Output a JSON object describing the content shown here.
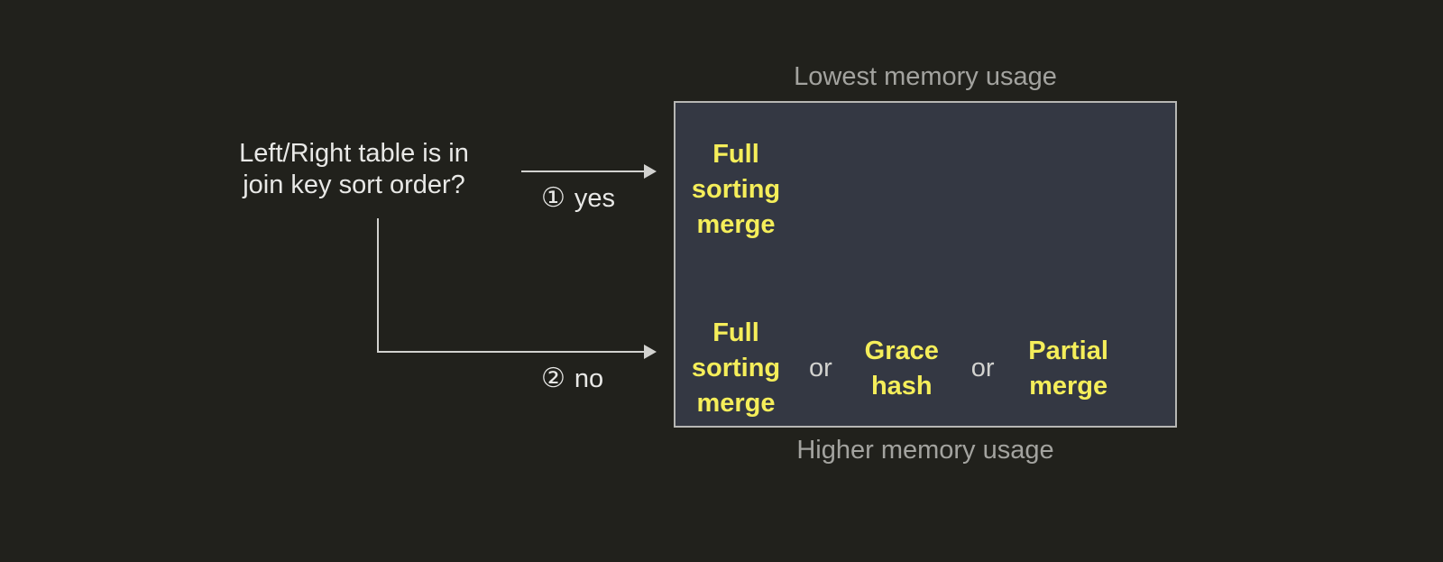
{
  "decision": {
    "question": "Left/Right table is in\njoin key sort order?",
    "branches": [
      {
        "marker": "①",
        "label": "yes"
      },
      {
        "marker": "②",
        "label": "no"
      }
    ]
  },
  "outcome_panel": {
    "caption_top": "Lowest memory usage",
    "caption_bottom": "Higher memory usage",
    "separator": "or",
    "rows": [
      {
        "branch": "yes",
        "options": [
          "Full\nsorting\nmerge"
        ]
      },
      {
        "branch": "no",
        "options": [
          "Full\nsorting\nmerge",
          "Grace\nhash",
          "Partial\nmerge"
        ]
      }
    ]
  },
  "colors": {
    "background": "#21211C",
    "panel_fill": "#343843",
    "panel_border": "#B7B7B4",
    "option_text": "#F5EE5A",
    "body_text": "#E8E8E6",
    "caption_text": "#A3A39F",
    "connector": "#D2D2CF"
  }
}
